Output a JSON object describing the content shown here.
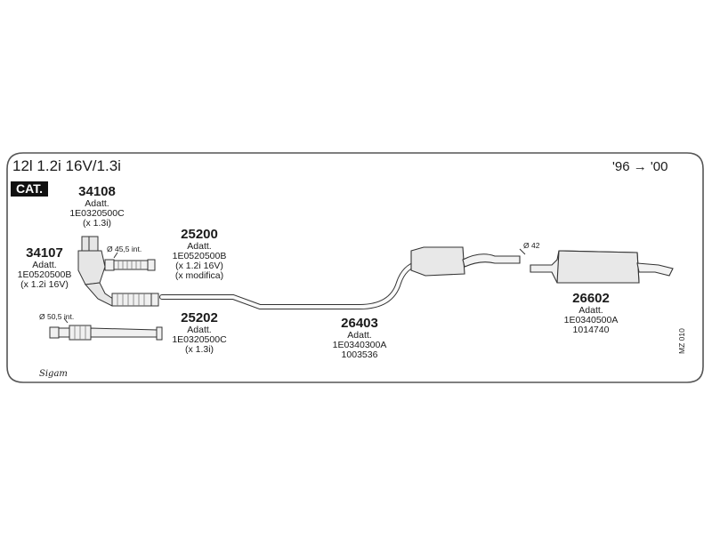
{
  "header": {
    "title": "12l 1.2i 16V/1.3i",
    "years": "'96 → '00",
    "cat_badge": "CAT."
  },
  "parts": [
    {
      "code": "34108",
      "lines": [
        "Adatt.",
        "1E0320500C",
        "(x 1.3i)"
      ]
    },
    {
      "code": "34107",
      "lines": [
        "Adatt.",
        "1E0520500B",
        "(x 1.2i 16V)"
      ]
    },
    {
      "code": "25200",
      "lines": [
        "Adatt.",
        "1E0520500B",
        "(x 1.2i 16V)",
        "(x modifica)"
      ]
    },
    {
      "code": "25202",
      "lines": [
        "Adatt.",
        "1E0320500C",
        "(x 1.3i)"
      ]
    },
    {
      "code": "26403",
      "lines": [
        "Adatt.",
        "1E0340300A",
        "1003536"
      ]
    },
    {
      "code": "26602",
      "lines": [
        "Adatt.",
        "1E0340500A",
        "1014740"
      ]
    }
  ],
  "dimensions": {
    "d1": "Ø 45,5 int.",
    "d2": "Ø 50,5 int.",
    "d3": "Ø 42"
  },
  "footer": {
    "brand": "Sigam",
    "ref": "MZ 010"
  }
}
